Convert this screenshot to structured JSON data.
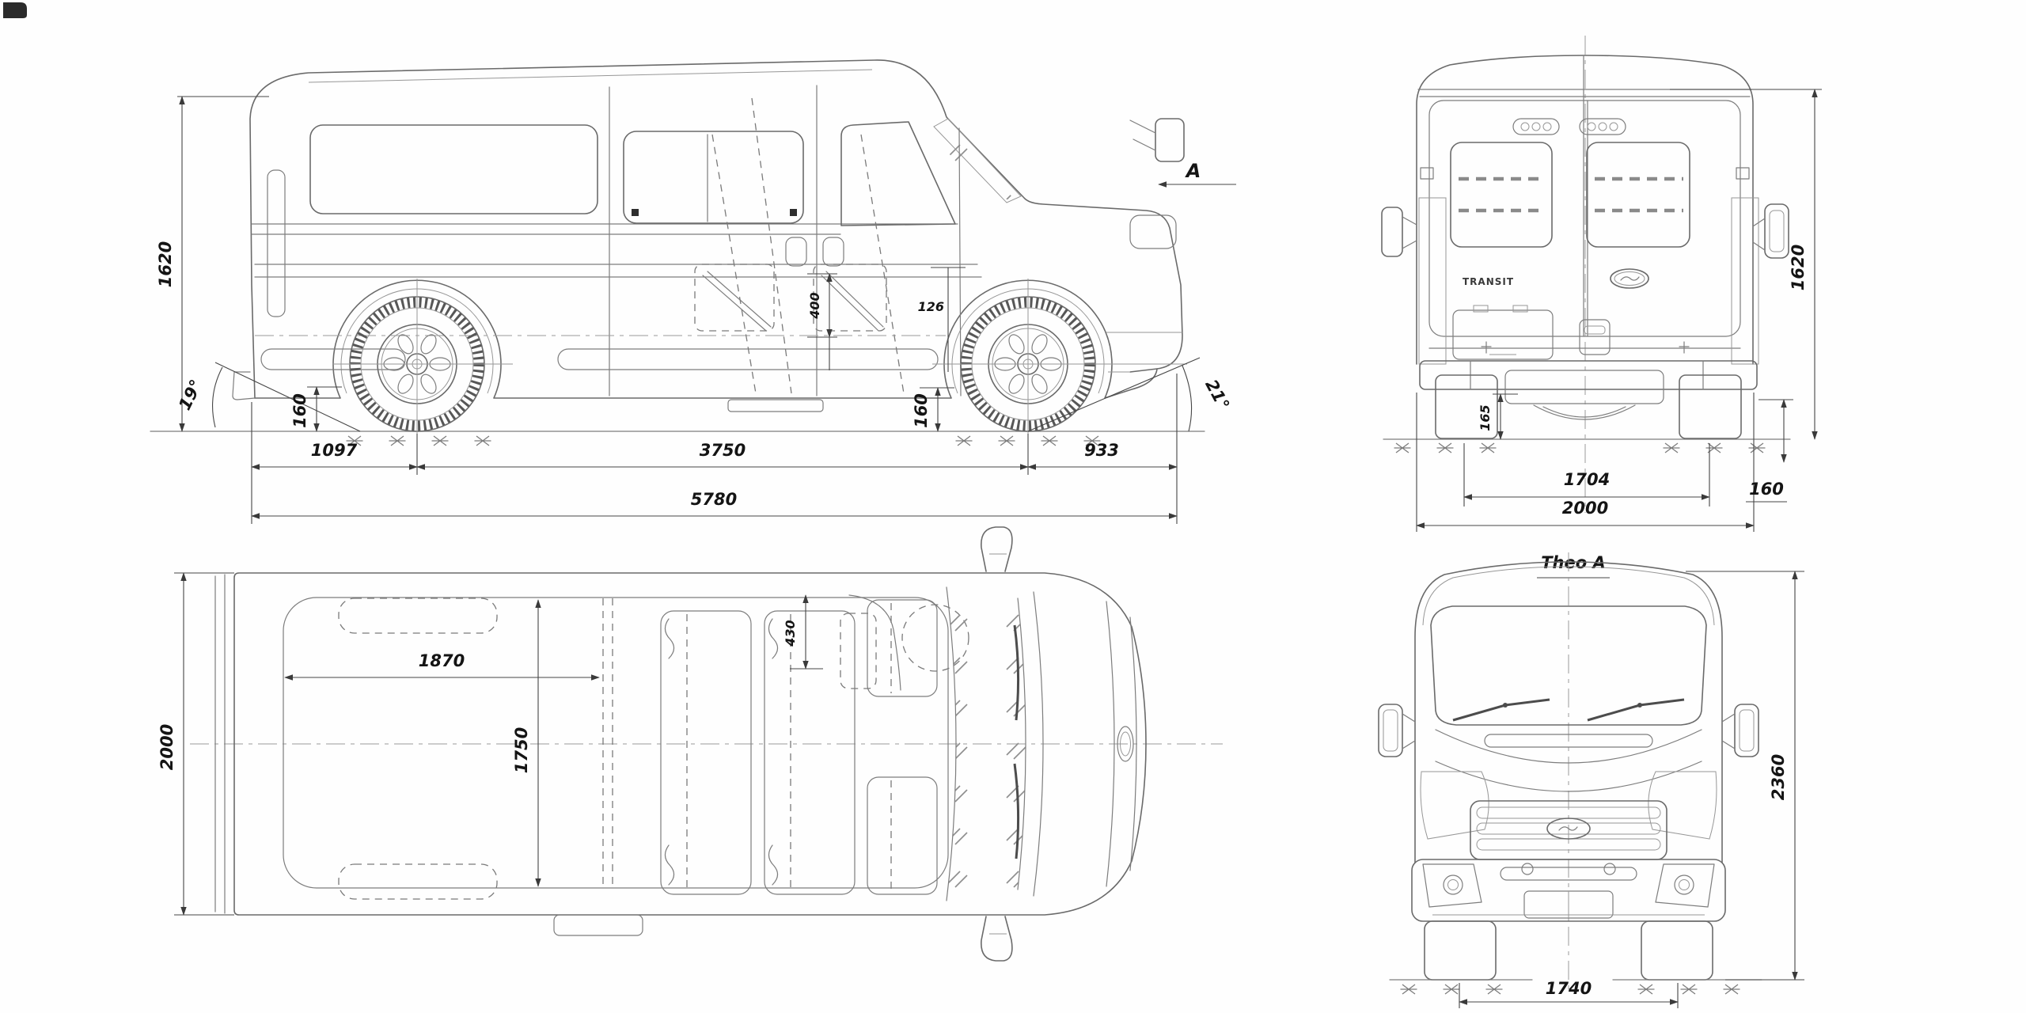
{
  "drawing": {
    "side_view": {
      "dim_body_height": "1620",
      "dim_rear_angle": "19°",
      "dim_rear_clearance": "160",
      "dim_rear_overhang": "1097",
      "dim_wheelbase": "3750",
      "dim_front_overhang": "933",
      "dim_overall_length": "5780",
      "dim_front_clearance": "160",
      "dim_front_angle": "21°",
      "dim_seat_height": "400",
      "dim_seat_offset": "126",
      "view_marker": "A"
    },
    "top_view": {
      "dim_overall_width": "2000",
      "dim_cargo_length": "1870",
      "dim_interior_width": "1750",
      "dim_door_opening": "430"
    },
    "rear_view": {
      "dim_body_height": "1620",
      "dim_ground_clearance": "165",
      "dim_track": "1704",
      "dim_overall_width": "2000",
      "dim_step_height": "160",
      "caption": "Theo A",
      "badge_model": "TRANSIT"
    },
    "front_view": {
      "dim_overall_height": "2360",
      "dim_track": "1740"
    },
    "colors": {
      "line": "#6a6a6a",
      "dimension_line": "#454545",
      "dimension_text": "#141414",
      "background": "#fefefe"
    }
  }
}
